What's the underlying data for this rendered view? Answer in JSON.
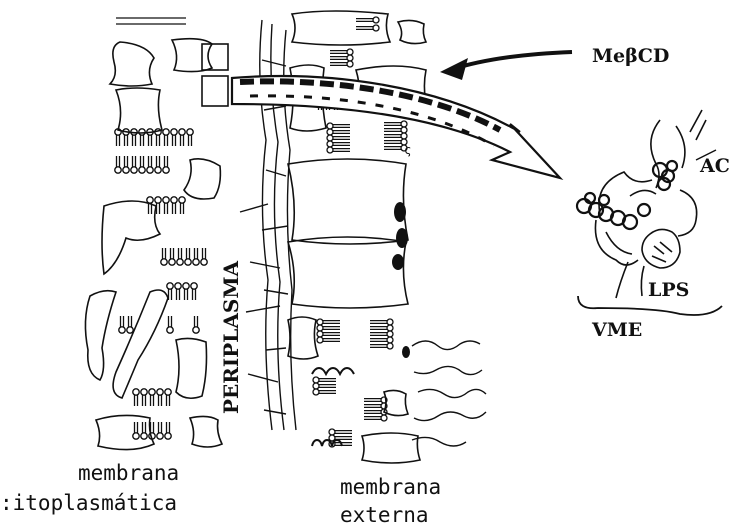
{
  "labels": {
    "membrana_citoplasmatica_line1": "membrana",
    "membrana_citoplasmatica_line2": ":itoplasmática",
    "periplasma": "PERIPLASMA",
    "membrana_externa_line1": "membrana",
    "membrana_externa_line2": "externa",
    "mebcd": "MeβCD",
    "ac": "AC",
    "lps": "LPS",
    "vme": "VME"
  },
  "colors": {
    "ink": "#111111",
    "background": "#ffffff"
  }
}
